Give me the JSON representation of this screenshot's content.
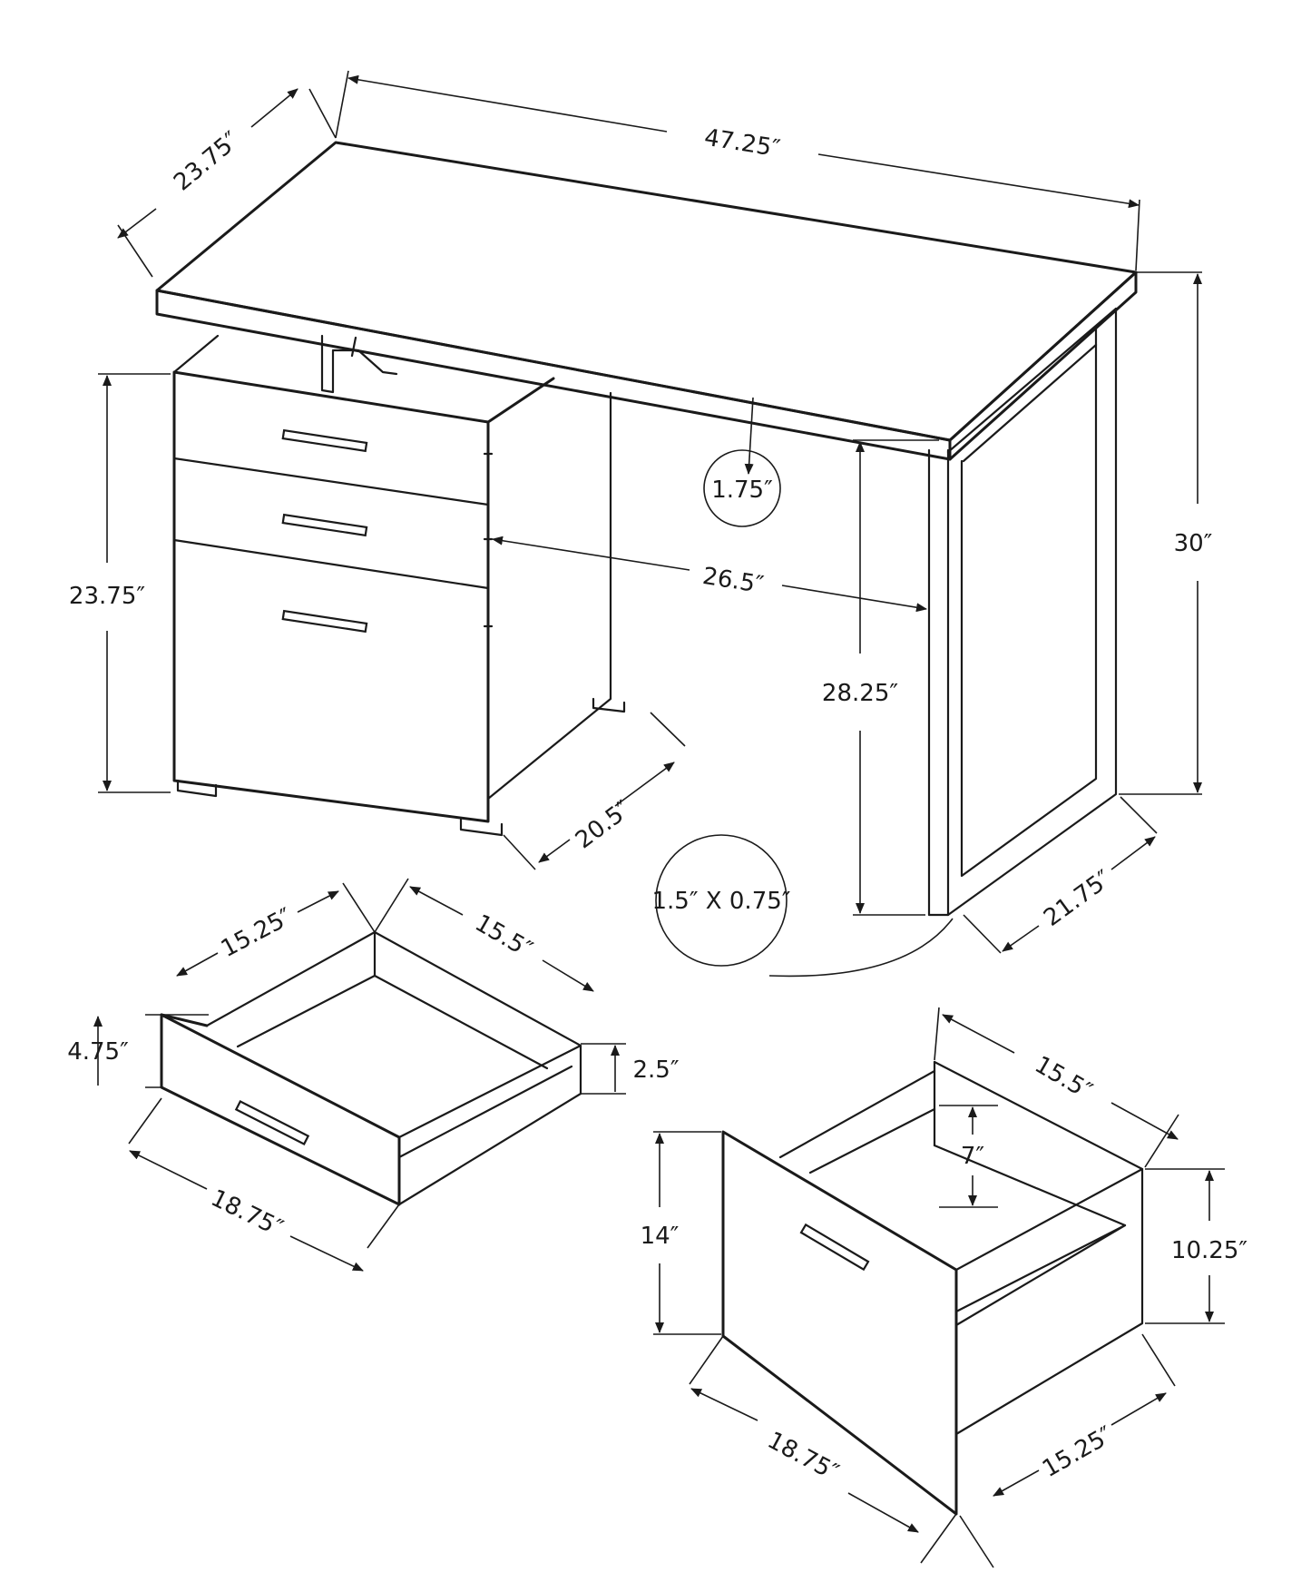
{
  "overall": {
    "width": "47.25″",
    "depth": "23.75″",
    "height": "30″",
    "top_thickness": "1.75″",
    "knee_width": "26.5″",
    "knee_height": "28.25″",
    "leg_section": "1.5″ X 0.75″",
    "leg_depth": "21.75″"
  },
  "pedestal": {
    "height": "23.75″",
    "depth": "20.5″"
  },
  "small_drawer": {
    "front_width": "15.25″",
    "depth": "15.5″",
    "front_height": "4.75″",
    "side_height": "2.5″",
    "length": "18.75″"
  },
  "file_drawer": {
    "depth": "15.5″",
    "inner_height": "7″",
    "front_height": "14″",
    "side_height": "10.25″",
    "length": "18.75″",
    "width": "15.25″"
  }
}
